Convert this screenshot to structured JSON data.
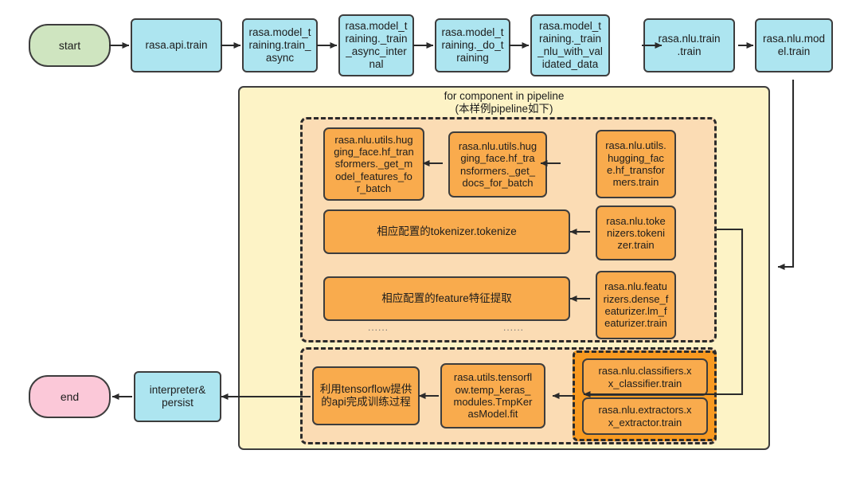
{
  "diagram": {
    "title": "rasa NLU training call flow",
    "colors": {
      "blue_node": "#ade5f0",
      "orange_node": "#f9ab4d",
      "green_terminal": "#cfe5c0",
      "pink_terminal": "#fbc8d8",
      "container_yellow": "#fdf3c6",
      "dashed_group": "#fbdcb4",
      "highlight_group": "#f89a21",
      "stroke": "#3d3d3d"
    }
  },
  "top_row": {
    "start_label": "start",
    "nodes": [
      {
        "id": "api-train",
        "label": "rasa.api.train"
      },
      {
        "id": "train-async",
        "label": "rasa.model_t\nraining.train_\nasync"
      },
      {
        "id": "train-async-internal",
        "label": "rasa.model_t\nraining._train\n_async_inter\nnal"
      },
      {
        "id": "do-training",
        "label": "rasa.model_t\nraining._do_t\nraining"
      },
      {
        "id": "train-nlu-validated",
        "label": "rasa.model_t\nraining._train\n_nlu_with_val\nidated_data"
      },
      {
        "id": "nlu-train",
        "label": "rasa.nlu.train\n.train"
      },
      {
        "id": "nlu-model-train",
        "label": "rasa.nlu.mod\nel.train"
      }
    ]
  },
  "loop_container": {
    "label_line1": "for component in pipeline",
    "label_line2": "(本样例pipeline如下)"
  },
  "pipeline_group": {
    "rows": [
      {
        "id": "hf-transformers-row",
        "nodes": [
          {
            "id": "hf-get-model-features",
            "label": "rasa.nlu.utils.hug\nging_face.hf_tran\nsformers._get_m\nodel_features_fo\nr_batch"
          },
          {
            "id": "hf-get-docs",
            "label": "rasa.nlu.utils.hug\nging_face.hf_tra\nnsformers._get_\ndocs_for_batch"
          },
          {
            "id": "hf-train",
            "label": "rasa.nlu.utils.\nhugging_fac\ne.hf_transfor\nmers.train"
          }
        ]
      },
      {
        "id": "tokenizer-row",
        "nodes": [
          {
            "id": "tokenizer-tokenize",
            "label": "相应配置的tokenizer.tokenize"
          },
          {
            "id": "tokenizer-train",
            "label": "rasa.nlu.toke\nnizers.tokeni\nzer.train"
          }
        ]
      },
      {
        "id": "featurizer-row",
        "nodes": [
          {
            "id": "feature-extract",
            "label": "相应配置的feature特征提取"
          },
          {
            "id": "featurizer-train",
            "label": "rasa.nlu.featu\nrizers.dense_f\neaturizer.lm_f\neaturizer.train"
          }
        ]
      }
    ],
    "ellipses": [
      "......",
      "......",
      "......"
    ]
  },
  "training_group": {
    "nodes": [
      {
        "id": "tf-api-train",
        "label": "利用tensorflow提供\n的api完成训练过程"
      },
      {
        "id": "tmp-keras-fit",
        "label": "rasa.utils.tensorfl\now.temp_keras_\nmodules.TmpKer\nasModel.fit"
      }
    ],
    "highlighted": [
      {
        "id": "classifier-train",
        "label": "rasa.nlu.classifiers.x\nx_classifier.train"
      },
      {
        "id": "extractor-train",
        "label": "rasa.nlu.extractors.x\nx_extractor.train"
      }
    ]
  },
  "bottom_row": {
    "nodes": [
      {
        "id": "interpreter-persist",
        "label": "interpreter&\npersist"
      }
    ],
    "end_label": "end"
  }
}
